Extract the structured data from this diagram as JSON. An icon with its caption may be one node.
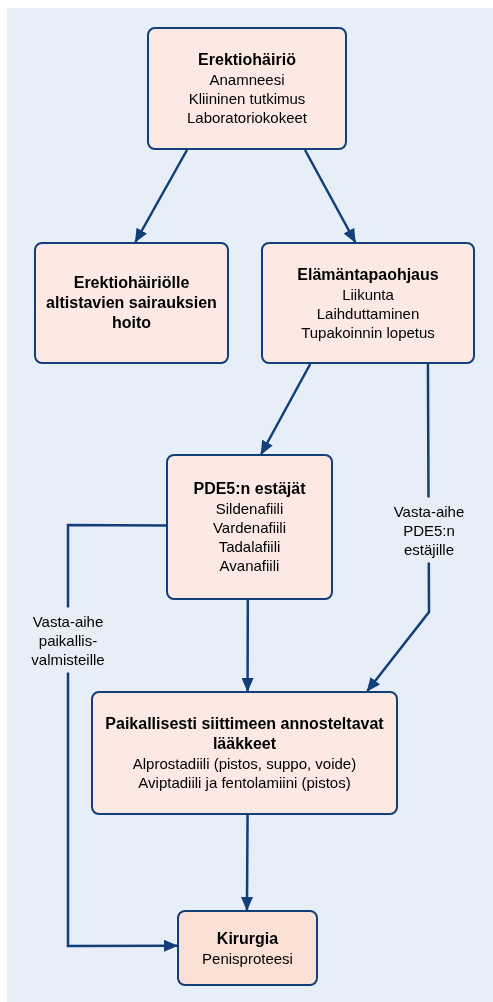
{
  "diagram": {
    "nodes": [
      {
        "text": [
          "Erektiohäiriö",
          "Anamneesi",
          "Kliininen tutkimus",
          "Laboratoriokokeet"
        ]
      },
      {
        "text": [
          "Erektiohäiriölle altistavien sairauksien hoito"
        ]
      },
      {
        "text": [
          "Elämäntapaohjaus",
          "Liikunta",
          "Laihduttaminen",
          "Tupakoinnin lopetus"
        ]
      },
      {
        "text": [
          "PDE5:n estäjät",
          "Sildenafiili",
          "Vardenafiili",
          "Tadalafiili",
          "Avanafiili"
        ]
      },
      {
        "text": [
          "Paikallisesti siittimeen annosteltavat lääkkeet",
          "Alprostadiili (pistos, suppo, voide)",
          "Aviptadiili ja fentolamiini (pistos)"
        ]
      },
      {
        "text": [
          "Kirurgia",
          "Penisproteesi"
        ]
      }
    ],
    "edges": [
      {
        "from": 0,
        "to": 1,
        "arrow": "to"
      },
      {
        "from": 0,
        "to": 2,
        "arrow": "to"
      },
      {
        "from": 2,
        "to": 3,
        "arrow": "to"
      },
      {
        "from": 2,
        "to": 4,
        "arrow": "to",
        "label": "Vasta-aihe PDE5:n estäjille"
      },
      {
        "from": 3,
        "to": 4,
        "arrow": "to"
      },
      {
        "from": 4,
        "to": 5,
        "arrow": "to"
      },
      {
        "from": 3,
        "to": 5,
        "arrow": "to",
        "label": "Vasta-aihe paikallis-valmisteille"
      }
    ]
  }
}
